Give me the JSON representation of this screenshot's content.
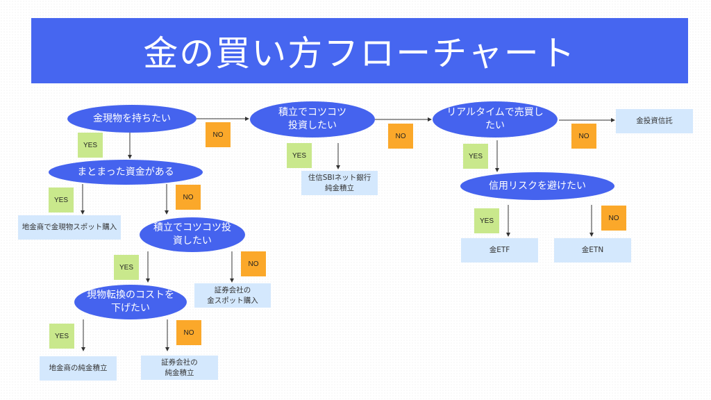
{
  "title": "金の買い方フローチャート",
  "colors": {
    "title_bar": "#4666f0",
    "question": "#4563ee",
    "result": "#d4e8fd",
    "yes": "#c9e88c",
    "no": "#fba82a"
  },
  "questions": {
    "q1": "金現物を持ちたい",
    "q2": "まとまった資金がある",
    "q3": "積立でコツコツ投\n資したい",
    "q4": "現物転換のコストを\n下げたい",
    "q5": "積立でコツコツ\n投資したい",
    "q6": "リアルタイムで売買し\nたい",
    "q7": "信用リスクを避けたい"
  },
  "results": {
    "r1": "地金商で金現物スポット購入",
    "r2": "証券会社の\n金スポット購入",
    "r3": "地金商の純金積立",
    "r4": "証券会社の\n純金積立",
    "r5": "住信SBIネット銀行\n純金積立",
    "r6": "金投資信託",
    "r7": "金ETF",
    "r8": "金ETN"
  },
  "labels": {
    "yes": "YES",
    "no": "NO"
  }
}
